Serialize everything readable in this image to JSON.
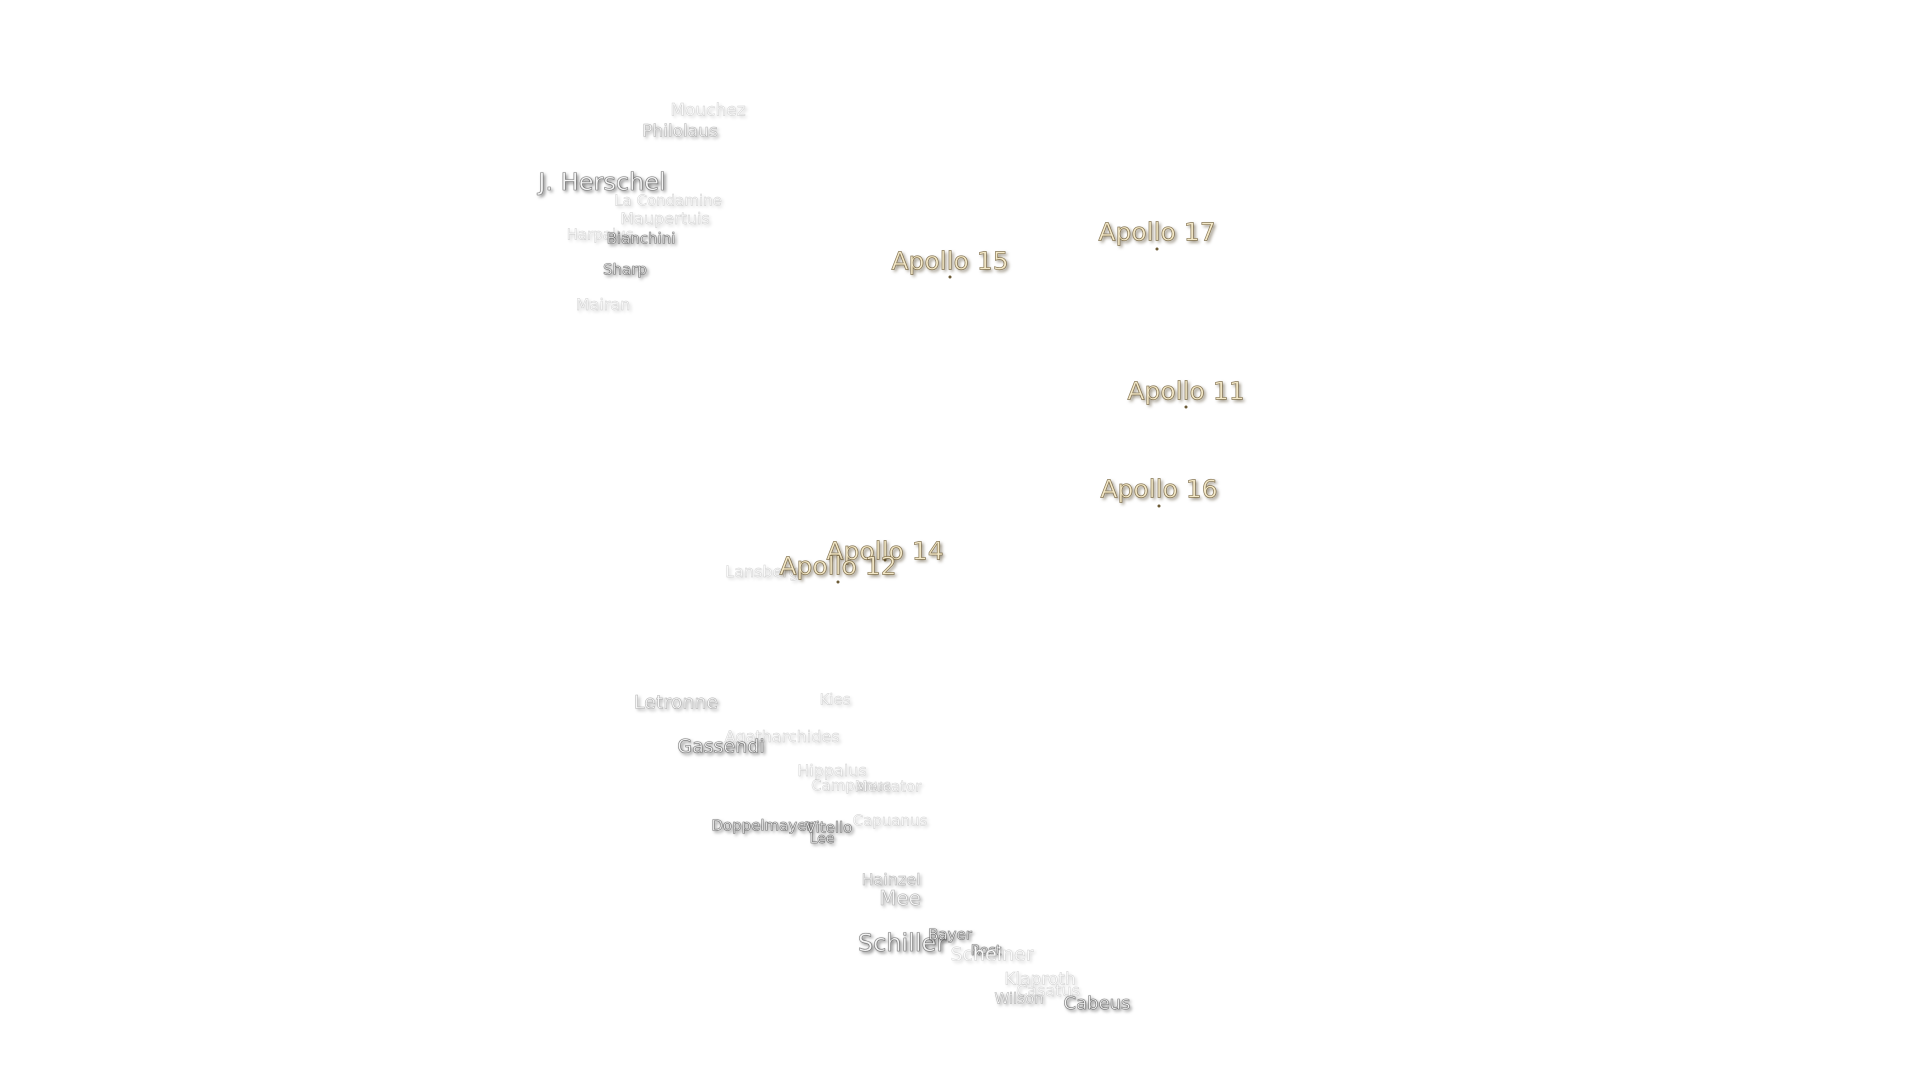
{
  "map": {
    "craters": [
      {
        "name": "Mouchez",
        "style": "faint",
        "size": 17
      },
      {
        "name": "Philolaus",
        "style": "mid",
        "size": 17
      },
      {
        "name": "J. Herschel",
        "style": "bold",
        "size": 24
      },
      {
        "name": "La Condamine",
        "style": "faint",
        "size": 15
      },
      {
        "name": "Maupertuis",
        "style": "faint",
        "size": 16
      },
      {
        "name": "Harpalus",
        "style": "faint",
        "size": 15
      },
      {
        "name": "Bianchini",
        "style": "bold",
        "size": 15
      },
      {
        "name": "Sharp",
        "style": "bold",
        "size": 15
      },
      {
        "name": "Mairan",
        "style": "faint",
        "size": 16
      },
      {
        "name": "Lansberg",
        "style": "faint",
        "size": 16
      },
      {
        "name": "Letronne",
        "style": "mid",
        "size": 19
      },
      {
        "name": "Agatharchides",
        "style": "faint",
        "size": 16
      },
      {
        "name": "Gassendi",
        "style": "bold",
        "size": 19
      },
      {
        "name": "Hippalus",
        "style": "faint",
        "size": 16
      },
      {
        "name": "Campanus",
        "style": "faint",
        "size": 15
      },
      {
        "name": "Kies",
        "style": "faint",
        "size": 15
      },
      {
        "name": "Mercator",
        "style": "faint",
        "size": 15
      },
      {
        "name": "Capuanus",
        "style": "faint",
        "size": 15
      },
      {
        "name": "Doppelmayer",
        "style": "bold",
        "size": 15
      },
      {
        "name": "Vitello",
        "style": "bold",
        "size": 15
      },
      {
        "name": "Lee",
        "style": "bold",
        "size": 14
      },
      {
        "name": "Hainzel",
        "style": "mid",
        "size": 16
      },
      {
        "name": "Mee",
        "style": "mid",
        "size": 20
      },
      {
        "name": "Schiller",
        "style": "bold",
        "size": 24
      },
      {
        "name": "Bayer",
        "style": "bold",
        "size": 15
      },
      {
        "name": "Rost",
        "style": "bold",
        "size": 14
      },
      {
        "name": "Scheiner",
        "style": "faint",
        "size": 19
      },
      {
        "name": "Klaproth",
        "style": "faint",
        "size": 17
      },
      {
        "name": "Casatus",
        "style": "faint",
        "size": 16
      },
      {
        "name": "Wilson",
        "style": "mid",
        "size": 15
      },
      {
        "name": "Cabeus",
        "style": "bold",
        "size": 18
      }
    ],
    "apollo_sites": [
      {
        "name": "Apollo 17"
      },
      {
        "name": "Apollo 15"
      },
      {
        "name": "Apollo 11"
      },
      {
        "name": "Apollo 16"
      },
      {
        "name": "Apollo 14"
      },
      {
        "name": "Apollo 12"
      }
    ]
  }
}
